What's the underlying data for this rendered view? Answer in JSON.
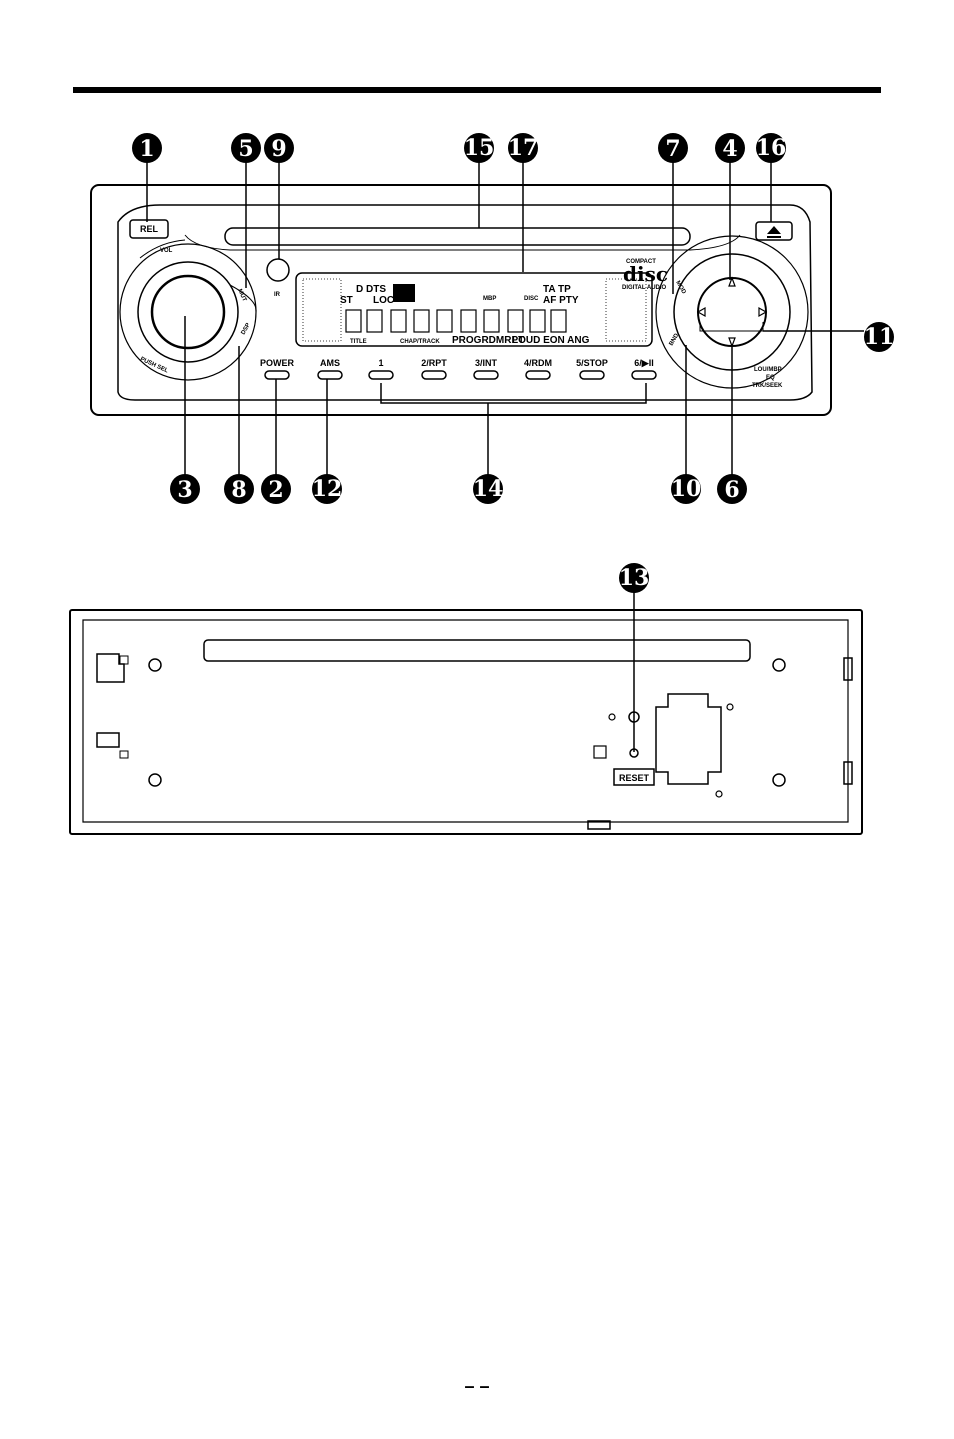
{
  "front_panel": {
    "buttons": {
      "rel": "REL",
      "power": "POWER",
      "ams": "AMS",
      "preset_1": "1",
      "preset_2": "2/RPT",
      "preset_3": "3/INT",
      "preset_4": "4/RDM",
      "preset_5": "5/STOP",
      "preset_6": "6/▶II"
    },
    "ring_labels": {
      "mut": "MUT",
      "dsp": "DSP",
      "mod": "MOD",
      "bnd": "BND"
    },
    "knob_labels": {
      "vol": "VOL",
      "push_sel": "PUSH SEL",
      "ir": "IR"
    },
    "lcd": {
      "row1_left": "D DTS",
      "row1_mid": "ST",
      "row1_loc": "LOC",
      "row1_right_ta": "TA TP",
      "row2_right_af": "AF PTY",
      "mbp": "MBP",
      "disc": "DISC",
      "title": "TITLE",
      "chap_track": "CHAP/TRACK",
      "prog_rdm_rpt": "PROGRDMRPT",
      "loud_eon_ang": "LOUD EON ANG"
    },
    "logo": {
      "top": "COMPACT",
      "main": "disc",
      "bottom": "DIGITAL AUDIO"
    },
    "right_labels": {
      "loud_mbp": "LOU/MBP",
      "eq": "EQ",
      "trk_seek": "TRK/SEEK"
    }
  },
  "back_panel": {
    "reset_label": "RESET"
  },
  "callouts": {
    "c1": "1",
    "c2": "2",
    "c3": "3",
    "c4": "4",
    "c5": "5",
    "c6": "6",
    "c7": "7",
    "c8": "8",
    "c9": "9",
    "c10": "10",
    "c11": "11",
    "c12": "12",
    "c13": "13",
    "c14": "14",
    "c15": "15",
    "c16": "16",
    "c17": "17"
  },
  "footer": {
    "page_marks": "–     –"
  }
}
